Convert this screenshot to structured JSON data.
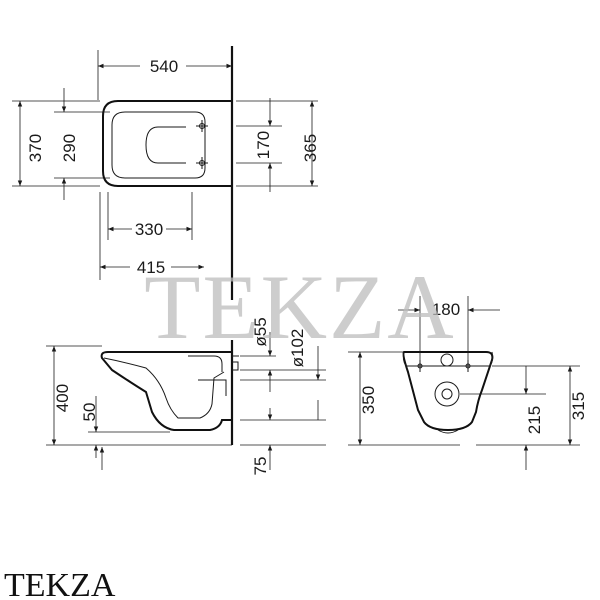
{
  "watermark": {
    "text": "TEKZA"
  },
  "logo": {
    "text": "TEKZA"
  },
  "dims": {
    "top_width": "540",
    "outer_depth": "370",
    "inner_depth": "290",
    "hole_spacing": "170",
    "depth_right": "365",
    "seat_width": "330",
    "fix_width": "415",
    "front_width": "180",
    "pipe_small": "ø55",
    "pipe_large": "ø102",
    "side_height": "400",
    "side_fifty": "50",
    "side_below": "75",
    "front_height": "350",
    "front_mid": "215",
    "front_right": "315"
  }
}
